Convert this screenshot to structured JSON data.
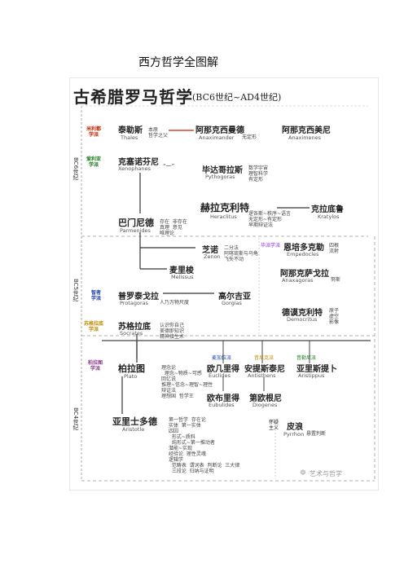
{
  "page_title": "西方哲学全图解",
  "header": {
    "title": "古希腊罗马哲学",
    "subtitle": "(BC6世纪~AD4世纪)"
  },
  "eras": [
    "BC6世纪",
    "BC5世纪",
    "BC4世纪"
  ],
  "schools": [
    {
      "text": "米利都\n学派",
      "color": "#cc2200"
    },
    {
      "text": "爱利亚\n学派",
      "color": "#1a7a1a"
    },
    {
      "text": "智者\n学派",
      "color": "#1a3fb0"
    },
    {
      "text": "苏格拉底\n学派",
      "color": "#c08a00"
    },
    {
      "text": "柏拉图\n学派",
      "color": "#8a3a8a"
    }
  ],
  "philosophers": {
    "thales": {
      "cn": "泰勒斯",
      "en": "Thales",
      "note": "本原\n哲学之父"
    },
    "anaximander": {
      "cn": "阿那克西曼德",
      "en": "Anaximander",
      "note": "无定形"
    },
    "anaximenes": {
      "cn": "阿那克西美尼",
      "en": "Anaximenes"
    },
    "xenophanes": {
      "cn": "克塞诺芬尼",
      "en": "Xenophanes",
      "note": "“一”"
    },
    "pythagoras": {
      "cn": "毕达哥拉斯",
      "en": "Pythogoras",
      "note": "数学宇宙\n理智科学\n有定形"
    },
    "heraclitus": {
      "cn": "赫拉克利特",
      "en": "Heraclitus",
      "note": "逻各斯~秩序~语言\n无定形~有定形\n早期辩证法"
    },
    "kratylos": {
      "cn": "克拉底鲁",
      "en": "Kratylos"
    },
    "parmenides": {
      "cn": "巴门尼德",
      "en": "Parmenides",
      "note": "存在  非存在\n真理  意见\n唯理论"
    },
    "zeno": {
      "cn": "芝诺",
      "en": "Zenon",
      "note": "二分法\n阿喀琉斯与乌龟\n飞矢不动"
    },
    "empedocles": {
      "cn": "恩培多克勒",
      "en": "Empedocles",
      "note": "四根\n流射"
    },
    "melissus": {
      "cn": "麦里梭",
      "en": "Melissus"
    },
    "anaxagoras": {
      "cn": "阿那克萨戈拉",
      "en": "Anaxagoras",
      "note": "努斯"
    },
    "protagoras": {
      "cn": "普罗泰戈拉",
      "en": "Protagoras",
      "note": "人乃万物尺度"
    },
    "gorgias": {
      "cn": "高尔吉亚",
      "en": "Gorgias"
    },
    "democritus": {
      "cn": "德谟克利特",
      "en": "Democritus",
      "note": "原子\n虚空\n影像"
    },
    "socrates": {
      "cn": "苏格拉底",
      "en": "Socrates",
      "note": "认识你自己\n美德即知识\n精神接生术"
    },
    "plato": {
      "cn": "柏拉图",
      "en": "Plato",
      "note": "理念论\n  理念~物质~可感\n回忆说\n推理~信念~理智~理性\n辩证法\n理想国  哲学王"
    },
    "euclides": {
      "cn": "欧几里得",
      "en": "Euclides"
    },
    "antisthenes": {
      "cn": "安提斯泰尼",
      "en": "Antisthens"
    },
    "aristippus": {
      "cn": "亚里斯提卜",
      "en": "Aristippus"
    },
    "eubulides": {
      "cn": "欧布里得",
      "en": "Eubulides"
    },
    "diogenes": {
      "cn": "第欧根尼",
      "en": "Diogenes"
    },
    "aristotle": {
      "cn": "亚里士多德",
      "en": "Aristotle",
      "note": "第一哲学  存在论\n实体  第一实体\n四因\n  形式~质料\n  纯形式~第一推动者\n潜能~实现\n经验论  理性灵魂\n逻辑学\n  范畴表  谓词表  判断论  三大律\n  三段论  归纳与证明"
    },
    "pyrrhon": {
      "cn": "皮浪",
      "en": "Pyrrhon",
      "note": "悬置判断"
    }
  },
  "tags": {
    "pythagorean": {
      "text": "毕派学派",
      "color": "#8a2be2"
    },
    "megarian": {
      "text": "麦加拉派",
      "color": "#1a3fb0"
    },
    "cynic": {
      "text": "昔尼克派",
      "color": "#c08a00"
    },
    "cyrenaic": {
      "text": "昔勒尼派",
      "color": "#1a7a1a"
    },
    "skeptic": {
      "text": "怀疑\n主义",
      "color": "#222"
    }
  },
  "watermark": "艺术与哲学"
}
